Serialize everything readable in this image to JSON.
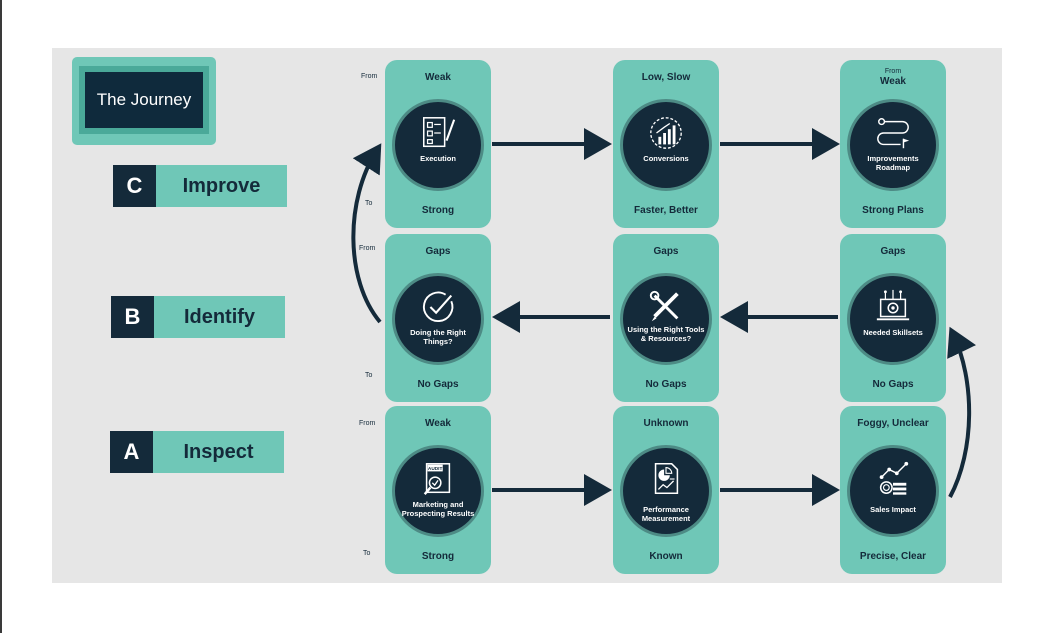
{
  "title": "The Journey",
  "stages": [
    {
      "letter": "C",
      "name": "Improve"
    },
    {
      "letter": "B",
      "name": "Identify"
    },
    {
      "letter": "A",
      "name": "Inspect"
    }
  ],
  "side_labels": {
    "from": "From",
    "to": "To"
  },
  "cards": {
    "c1": {
      "top": "Weak",
      "label": "Execution",
      "bottom": "Strong",
      "icon": "checklist-pen-icon"
    },
    "c2": {
      "top": "Low, Slow",
      "label": "Conversions",
      "bottom": "Faster, Better",
      "icon": "growth-chart-icon"
    },
    "c3": {
      "top_small": "From",
      "top": "Weak",
      "label": "Improvements Roadmap",
      "bottom": "Strong Plans",
      "icon": "roadmap-path-icon"
    },
    "b1": {
      "top": "Gaps",
      "label": "Doing the Right Things?",
      "bottom": "No Gaps",
      "icon": "check-circle-icon"
    },
    "b2": {
      "top": "Gaps",
      "label": "Using the Right Tools & Resources?",
      "bottom": "No Gaps",
      "icon": "wrench-pencil-icon"
    },
    "b3": {
      "top": "Gaps",
      "label": "Needed Skillsets",
      "bottom": "No Gaps",
      "icon": "laptop-gear-icon"
    },
    "a1": {
      "top": "Weak",
      "label": "Marketing and Prospecting Results",
      "bottom": "Strong",
      "icon": "audit-document-icon",
      "badge": "AUDIT"
    },
    "a2": {
      "top": "Unknown",
      "label": "Performance Measurement",
      "bottom": "Known",
      "icon": "report-chart-icon"
    },
    "a3": {
      "top": "Foggy, Unclear",
      "label": "Sales Impact",
      "bottom": "Precise, Clear",
      "icon": "coins-trend-icon"
    }
  },
  "colors": {
    "teal": "#6fc7b7",
    "navy": "#142a3a",
    "canvas": "#e6e6e6"
  }
}
